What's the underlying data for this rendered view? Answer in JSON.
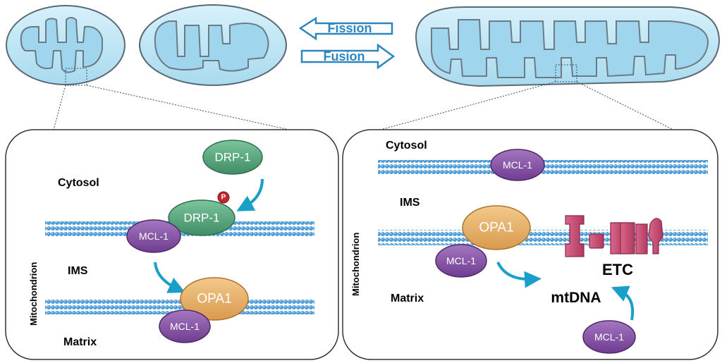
{
  "top": {
    "fission_label": "Fission",
    "fusion_label": "Fusion"
  },
  "left_panel": {
    "cytosol_label": "Cytosol",
    "ims_label": "IMS",
    "matrix_label": "Matrix",
    "mitochondrion_label": "Mitochondrion",
    "drp1_top": "DRP-1",
    "drp1_bound": "DRP-1",
    "phospho_label": "P",
    "mcl1_membrane": "MCL-1",
    "opa1": "OPA1",
    "mcl1_matrix": "MCL-1"
  },
  "right_panel": {
    "cytosol_label": "Cytosol",
    "ims_label": "IMS",
    "matrix_label": "Matrix",
    "mitochondrion_label": "Mitochondrion",
    "mcl1_outer": "MCL-1",
    "opa1": "OPA1",
    "mcl1_inner": "MCL-1",
    "etc_label": "ETC",
    "mtdna_label": "mtDNA",
    "mcl1_matrix": "MCL-1"
  },
  "colors": {
    "mito_fill": "#b9e3f3",
    "membrane_blue": "#3f8fd0",
    "arrow_teal": "#1aa0c8",
    "drp_green": "#4fa37a",
    "mcl_purple": "#8a52a8",
    "opa_orange": "#e8b06a",
    "etc_pink": "#c94c73",
    "phospho_red": "#c0282d"
  }
}
